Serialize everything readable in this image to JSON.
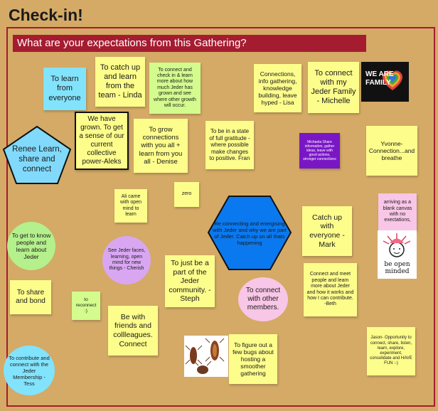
{
  "title": "Check-in!",
  "question": "What are your expectations from this Gathering?",
  "notes": {
    "learn_everyone": "To learn from everyone",
    "catch_up_linda": "To catch up and learn from the team - Linda",
    "connect_check_in": "To connect and check in & learn more about how much Jeder has grown and see where other growth will occur.",
    "connections_lisa": "Connections, info gathering, knowledge building, leave hyped  - Lisa",
    "jeder_family_michelle": "To connect with my Jeder Family - Michelle",
    "renee": "Renee Learn, share and connect",
    "aleks": "We have grown. To get a sense of our current collective power-Aleks",
    "denise": "To grow connections with you all + learn from you all - Denise",
    "fran": "To be in a state of full gratitude - where possible make changes to positive. Fran",
    "michaela": "Michaela Share information, gather ideas, leave with good actions, stronger connections",
    "yvonne": "Yvonne- Connection...and breathe",
    "ali": "Ali came with open mind to learn",
    "zero": "zero",
    "energising": "Re connecting and energising with Jeder and why we are part of Jeder. Catch up on all thats happening",
    "mark": "Catch up with everyone - Mark",
    "blank_canvas": "arriving as a blank canvas with no exectations,",
    "get_to_know": "To get to know people and learn about Jeder",
    "cherish": "See Jeder faces, learning, open mind for new things - Cherish",
    "steph": "To just be a part of the Jeder community. - Steph",
    "other_members": "To connect with other members.",
    "beth": "Connect and meet people and learn more about Jeder and how it works and how I can contribute. -Beth",
    "share_bond": "To share and bond",
    "reconnect": "to reconnect :)",
    "friends": "Be with friends and collleagues. Connect",
    "bugs": "To figure out a few bugs about hosting a smoother gathering",
    "jason": "Jason- Opportunity to connect, share, listen, learn, explore, experiment, consolidate and HAVE FUN :-)",
    "tess": "To contribute and connect with the Jeder Membership - Tess"
  },
  "images": {
    "we_are_family": [
      "WE ARE",
      "FAMILY"
    ],
    "be_open_minded": [
      "be open",
      "minded"
    ]
  },
  "colors": {
    "board": "#d4aa66",
    "banner": "#a51c30",
    "yellow_note": "#fdfd8c",
    "green_note": "#d3fb8d",
    "blue_note": "#82e3fd",
    "pink_note": "#f8c6e6",
    "lavender_note": "#d9a7f2",
    "purple_note": "#7a17c5",
    "pentagon": "#81dafc",
    "hexagon": "#0a79f0"
  }
}
